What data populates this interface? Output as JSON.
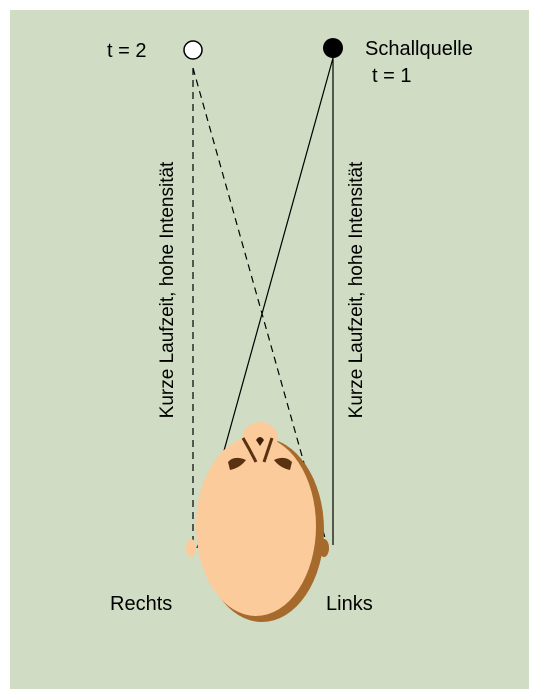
{
  "diagram": {
    "background_color": "#d0ddc4",
    "labels": {
      "t2": "t = 2",
      "source": "Schallquelle",
      "t1": "t = 1",
      "left_vertical": "Kurze Laufzeit, hohe Intensität",
      "right_vertical": "Kurze Laufzeit, hohe Intensität",
      "rechts": "Rechts",
      "links": "Links"
    },
    "source_t2": {
      "style": "hollow-circle"
    },
    "source_t1": {
      "style": "filled-circle"
    },
    "head": {
      "skin_color": "#fccb9c",
      "shadow_color": "#a56a2c",
      "hair_color": "#5a3212"
    }
  }
}
